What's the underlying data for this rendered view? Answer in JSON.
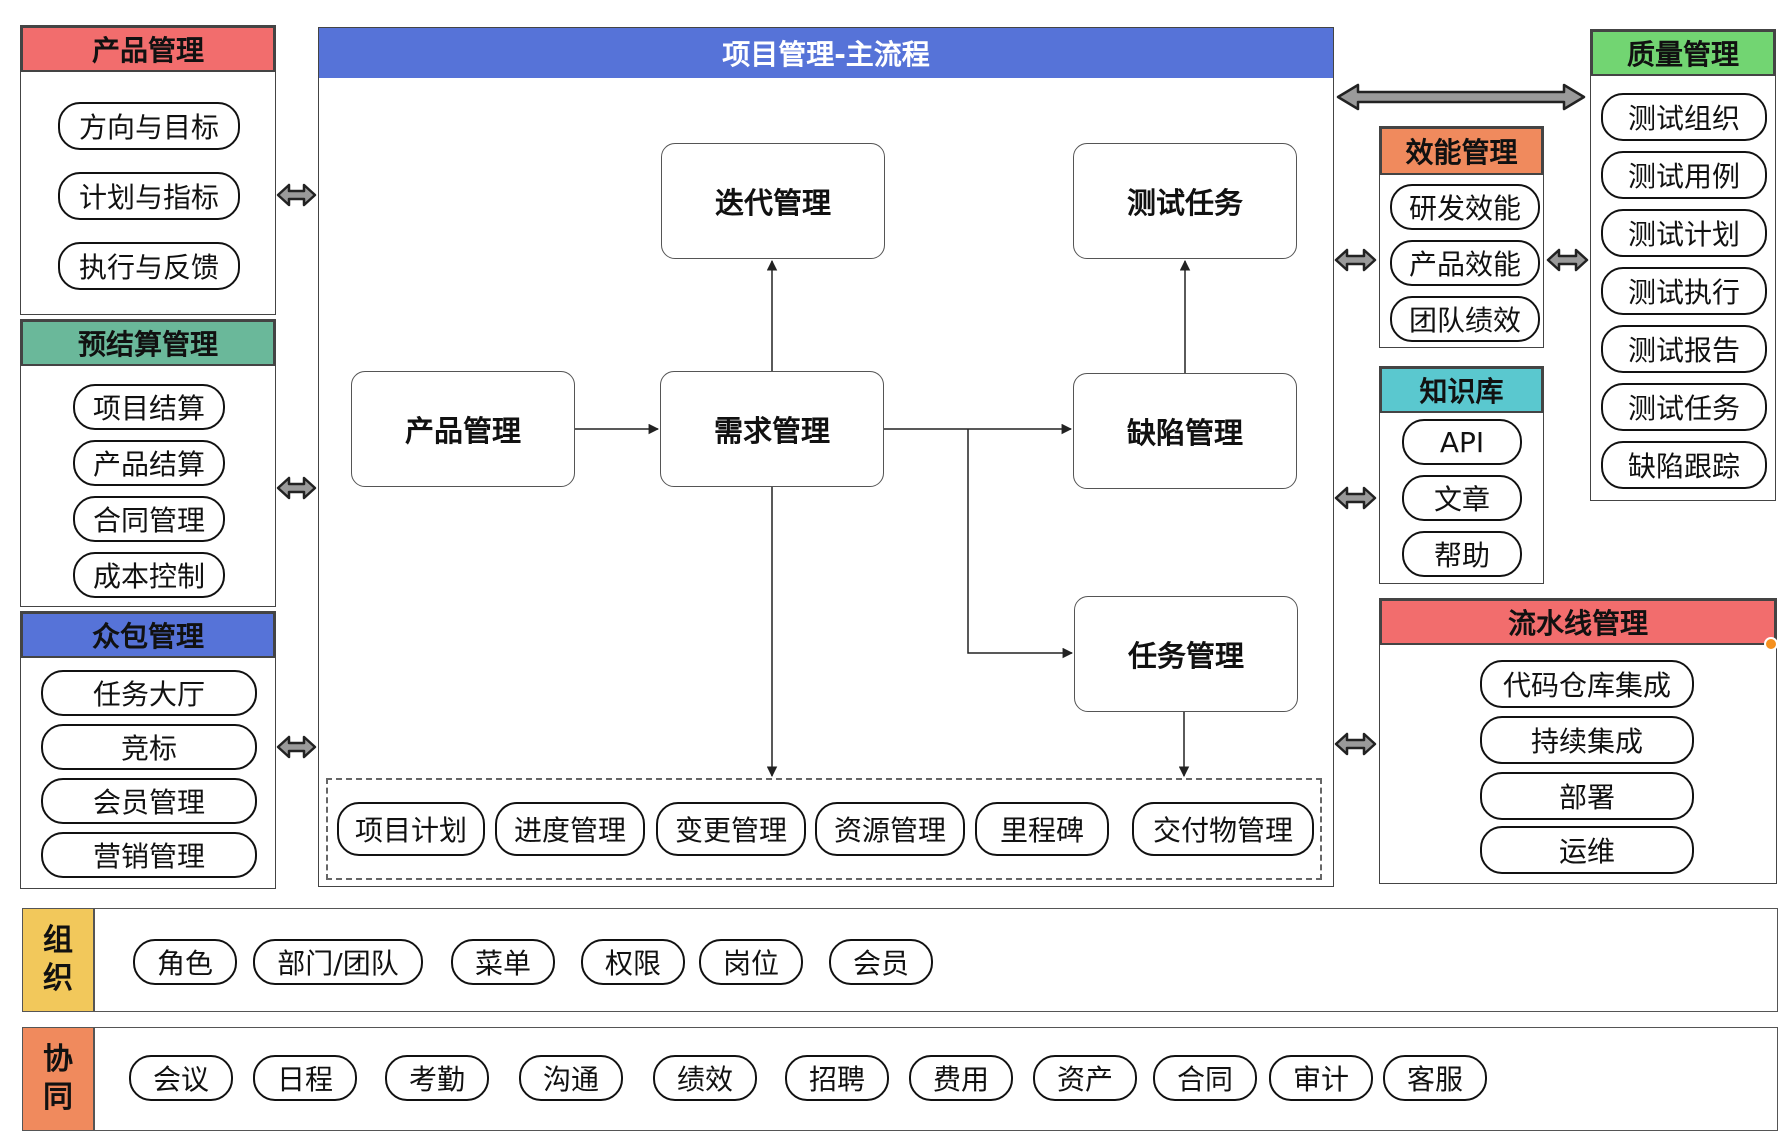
{
  "colors": {
    "red": "#f26d6d",
    "green": "#6ab89a",
    "blue": "#5673d8",
    "orange": "#f08a5d",
    "cyan": "#5ac8cf",
    "lightgreen": "#72d572",
    "yellow": "#f2c85b"
  },
  "product": {
    "title": "产品管理",
    "items": [
      "方向与目标",
      "计划与指标",
      "执行与反馈"
    ]
  },
  "budget": {
    "title": "预结算管理",
    "items": [
      "项目结算",
      "产品结算",
      "合同管理",
      "成本控制"
    ]
  },
  "crowd": {
    "title": "众包管理",
    "items": [
      "任务大厅",
      "竞标",
      "会员管理",
      "营销管理"
    ]
  },
  "main": {
    "title": "项目管理-主流程",
    "nodes": {
      "product": "产品管理",
      "requirement": "需求管理",
      "iteration": "迭代管理",
      "testtask": "测试任务",
      "defect": "缺陷管理",
      "task": "任务管理"
    },
    "bottom": [
      "项目计划",
      "进度管理",
      "变更管理",
      "资源管理",
      "里程碑",
      "交付物管理"
    ]
  },
  "efficiency": {
    "title": "效能管理",
    "items": [
      "研发效能",
      "产品效能",
      "团队绩效"
    ]
  },
  "knowledge": {
    "title": "知识库",
    "items": [
      "API",
      "文章",
      "帮助"
    ]
  },
  "quality": {
    "title": "质量管理",
    "items": [
      "测试组织",
      "测试用例",
      "测试计划",
      "测试执行",
      "测试报告",
      "测试任务",
      "缺陷跟踪"
    ]
  },
  "pipeline": {
    "title": "流水线管理",
    "items": [
      "代码仓库集成",
      "持续集成",
      "部署",
      "运维"
    ]
  },
  "org": {
    "label": [
      "组",
      "织"
    ],
    "items": [
      "角色",
      "部门/团队",
      "菜单",
      "权限",
      "岗位",
      "会员"
    ]
  },
  "collab": {
    "label": [
      "协",
      "同"
    ],
    "items": [
      "会议",
      "日程",
      "考勤",
      "沟通",
      "绩效",
      "招聘",
      "费用",
      "资产",
      "合同",
      "审计",
      "客服"
    ]
  }
}
